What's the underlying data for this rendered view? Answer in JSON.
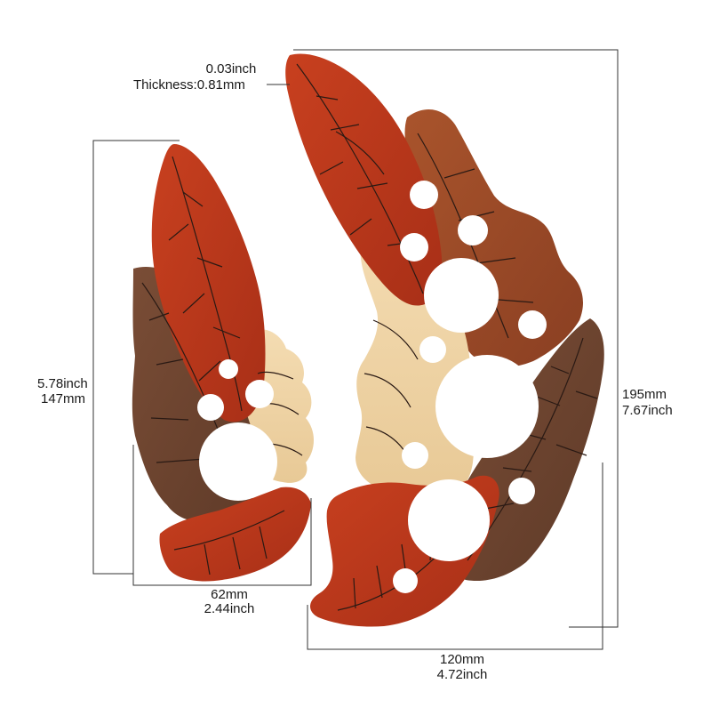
{
  "thickness": {
    "inch": "0.03inch",
    "mm": "Thickness:0.81mm"
  },
  "small_piece": {
    "height_inch": "5.78inch",
    "height_mm": "147mm",
    "width_mm": "62mm",
    "width_inch": "2.44inch"
  },
  "large_piece": {
    "height_mm": "195mm",
    "height_inch": "7.67inch",
    "width_mm": "120mm",
    "width_inch": "4.72inch"
  },
  "colors": {
    "padauk": "#c23a1c",
    "padauk_dark": "#a82e16",
    "mahogany": "#9c4a28",
    "walnut": "#6e4530",
    "maple": "#f0d5a8",
    "vein": "#2a1a14",
    "dimension_line": "#333333"
  }
}
